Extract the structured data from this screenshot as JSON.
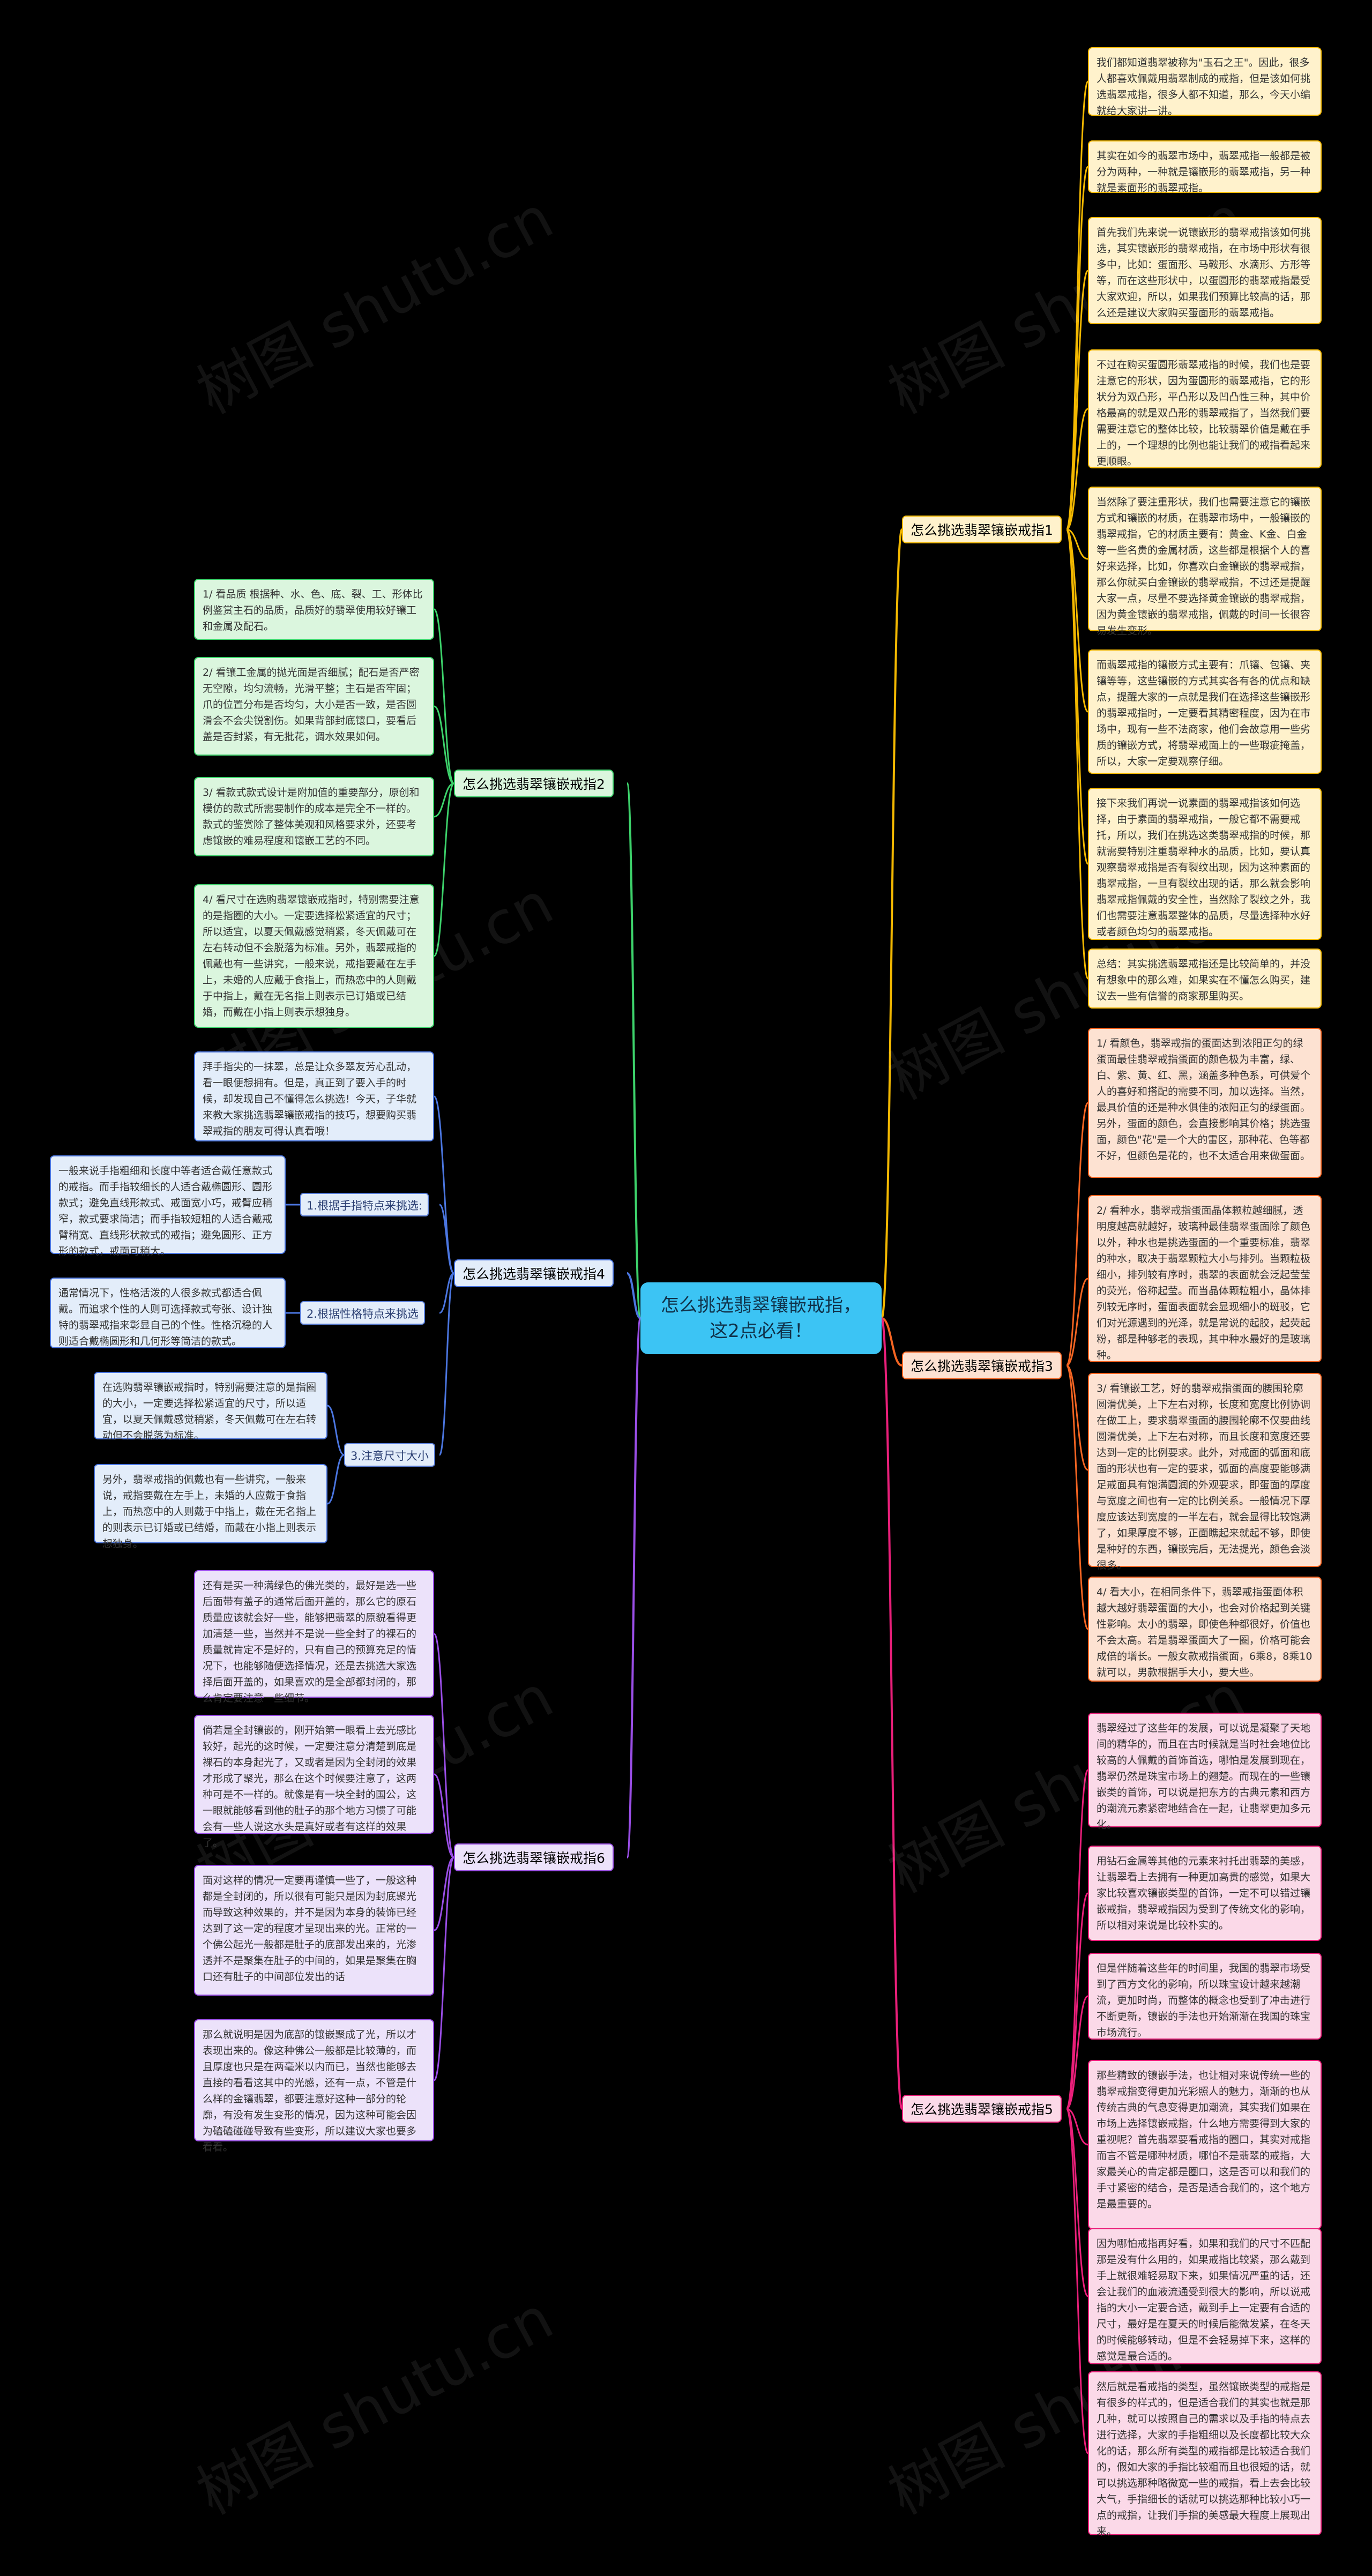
{
  "root": "怎么挑选翡翠镶嵌戒指，这2点必看！",
  "watermark": "树图 shutu.cn",
  "branches": {
    "b1": {
      "label": "怎么挑选翡翠镶嵌戒指1",
      "items": [
        "我们都知道翡翠被称为\"玉石之王\"。因此，很多人都喜欢佩戴用翡翠制成的戒指，但是该如何挑选翡翠戒指，很多人都不知道，那么，今天小编就给大家讲一讲。",
        "其实在如今的翡翠市场中，翡翠戒指一般都是被分为两种，一种就是镶嵌形的翡翠戒指，另一种就是素面形的翡翠戒指。",
        "首先我们先来说一说镶嵌形的翡翠戒指该如何挑选，其实镶嵌形的翡翠戒指，在市场中形状有很多中，比如：蛋面形、马鞍形、水滴形、方形等等，而在这些形状中，以蛋圆形的翡翠戒指最受大家欢迎，所以，如果我们预算比较高的话，那么还是建议大家购买蛋面形的翡翠戒指。",
        "不过在购买蛋圆形翡翠戒指的时候，我们也是要注意它的形状，因为蛋圆形的翡翠戒指，它的形状分为双凸形，平凸形以及凹凸性三种，其中价格最高的就是双凸形的翡翠戒指了，当然我们要需要注意它的整体比较，比较翡翠价值是戴在手上的，一个理想的比例也能让我们的戒指看起来更顺眼。",
        "当然除了要注重形状，我们也需要注意它的镶嵌方式和镶嵌的材质，在翡翠市场中，一般镶嵌的翡翠戒指，它的材质主要有：黄金、K金、白金等一些名贵的金属材质，这些都是根据个人的喜好来选择，比如，你喜欢白金镶嵌的翡翠戒指，那么你就买白金镶嵌的翡翠戒指，不过还是提醒大家一点，尽量不要选择黄金镶嵌的翡翠戒指，因为黄金镶嵌的翡翠戒指，佩戴的时间一长很容易发生变形。",
        "而翡翠戒指的镶嵌方式主要有：爪镶、包镶、夹镶等等，这些镶嵌的方式其实各有各的优点和缺点，提醒大家的一点就是我们在选择这些镶嵌形的翡翠戒指时，一定要看其精密程度，因为在市场中，现有一些不法商家，他们会故意用一些劣质的镶嵌方式，将翡翠戒面上的一些瑕疵掩盖，所以，大家一定要观察仔细。",
        "接下来我们再说一说素面的翡翠戒指该如何选择，由于素面的翡翠戒指，一般它都不需要戒托，所以，我们在挑选这类翡翠戒指的时候，那就需要特别注重翡翠种水的品质，比如，要认真观察翡翠戒指是否有裂纹出现，因为这种素面的翡翠戒指，一旦有裂纹出现的话，那么就会影响翡翠戒指佩戴的安全性，当然除了裂纹之外，我们也需要注意翡翠整体的品质，尽量选择种水好或者颜色均匀的翡翠戒指。",
        "总结：其实挑选翡翠戒指还是比较简单的，并没有想象中的那么难，如果实在不懂怎么购买，建议去一些有信誉的商家那里购买。"
      ]
    },
    "b2": {
      "label": "怎么挑选翡翠镶嵌戒指2",
      "items": [
        "1/ 看品质 根据种、水、色、底、裂、工、形体比例鉴赏主石的品质，品质好的翡翠使用较好镶工和金属及配石。",
        "2/ 看镶工金属的抛光面是否细腻；配石是否严密无空隙，均匀流畅，光滑平整；主石是否牢固；爪的位置分布是否均匀，大小是否一致，是否圆滑会不会尖锐割伤。如果背部封底镶口，要看后盖是否封紧，有无批花，调水效果如何。",
        "3/ 看款式款式设计是附加值的重要部分，原创和模仿的款式所需要制作的成本是完全不一样的。款式的鉴赏除了整体美观和风格要求外，还要考虑镶嵌的难易程度和镶嵌工艺的不同。",
        "4/ 看尺寸在选购翡翠镶嵌戒指时，特别需要注意的是指圈的大小。一定要选择松紧适宜的尺寸；所以适宜，以夏天佩戴感觉稍紧，冬天佩戴可在左右转动但不会脱落为标准。另外，翡翠戒指的佩戴也有一些讲究，一般来说，戒指要戴在左手上，未婚的人应戴于食指上，而热恋中的人则戴于中指上，戴在无名指上则表示已订婚或已结婚，而戴在小指上则表示想独身。"
      ]
    },
    "b3": {
      "label": "怎么挑选翡翠镶嵌戒指3",
      "items": [
        "1/ 看颜色，翡翠戒指的蛋面达到浓阳正匀的绿蛋面最佳翡翠戒指蛋面的颜色极为丰富，绿、白、紫、黄、红、黑，涵盖多种色系，可供爱个人的喜好和搭配的需要不同，加以选择。当然，最具价值的还是种水俱佳的浓阳正匀的绿蛋面。另外，蛋面的颜色，会直接影响其价格；挑选蛋面，颜色\"花\"是一个大的雷区，那种花、色等都不好，但颜色是花的，也不太适合用来做蛋面。",
        "2/ 看种水，翡翠戒指蛋面晶体颗粒越细腻，透明度越高就越好，玻璃种最佳翡翠蛋面除了颜色以外，种水也是挑选蛋面的一个重要标准，翡翠的种水，取决于翡翠颗粒大小与排列。当颗粒极细小，排列较有序时，翡翠的表面就会泛起莹莹的荧光，俗称起莹。而当晶体颗粒粗小，晶体排列较无序时，蛋面表面就会显现细小的斑驳，它们对光源遇到的光泽，就是常说的起胶，起荧起粉，都是种够老的表现，其中种水最好的是玻璃种。",
        "3/ 看镶嵌工艺，好的翡翠戒指蛋面的腰围轮廓圆滑优美，上下左右对称，长度和宽度比例协调在做工上，要求翡翠蛋面的腰围轮廓不仅要曲线圆滑优美，上下左右对称，而且长度和宽度还要达到一定的比例要求。此外，对戒面的弧面和底面的形状也有一定的要求，弧面的高度要能够满足戒面具有饱满圆润的外观要求，即蛋面的厚度与宽度之间也有一定的比例关系。一般情况下厚度应该达到宽度的一半左右，就会显得比较饱满了，如果厚度不够，正面瞧起来就起不够，即使是种好的东西，镶嵌完后，无法提光，颜色会淡很多。",
        "4/ 看大小，在相同条件下，翡翠戒指蛋面体积越大越好翡翠蛋面的大小，也会对价格起到关键性影响。太小的翡翠，即使色种都很好，价值也不会太高。若是翡翠蛋面大了一圈，价格可能会成倍的增长。一般女款戒指蛋面，6乘8，8乘10就可以，男款根据手大小，要大些。"
      ]
    },
    "b4": {
      "label": "怎么挑选翡翠镶嵌戒指4",
      "intro": "拜手指尖的一抹翠，总是让众多翠友芳心乱动，看一眼便想拥有。但是，真正到了要入手的时候，却发现自己不懂得怎么挑选！今天，子华就来教大家挑选翡翠镶嵌戒指的技巧，想要购买翡翠戒指的朋友可得认真看哦！",
      "subs": [
        {
          "label": "1.根据手指特点来挑选:",
          "items": [
            "一般来说手指粗细和长度中等者适合戴任意款式的戒指。而手指较细长的人适合戴椭圆形、圆形款式；避免直线形款式、戒面宽小巧，戒臂应稍窄，款式要求简洁；而手指较短粗的人适合戴戒臂稍宽、直线形状款式的戒指；避免圆形、正方形的款式，戒面可稍大。"
          ]
        },
        {
          "label": "2.根据性格特点来挑选",
          "items": [
            "通常情况下，性格活泼的人很多款式都适合佩戴。而追求个性的人则可选择款式夸张、设计独特的翡翠戒指来彰显自己的个性。性格沉稳的人则适合戴椭圆形和几何形等简洁的款式。"
          ]
        },
        {
          "label": "3.注意尺寸大小",
          "items": [
            "在选购翡翠镶嵌戒指时，特别需要注意的是指圈的大小，一定要选择松紧适宜的尺寸，所以适宜，以夏天佩戴感觉稍紧，冬天佩戴可在左右转动但不会脱落为标准。",
            "另外，翡翠戒指的佩戴也有一些讲究，一般来说，戒指要戴在左手上，未婚的人应戴于食指上，而热恋中的人则戴于中指上，戴在无名指上的则表示已订婚或已结婚，而戴在小指上则表示想独身。"
          ]
        }
      ]
    },
    "b5": {
      "label": "怎么挑选翡翠镶嵌戒指5",
      "items": [
        "翡翠经过了这些年的发展，可以说是凝聚了天地间的精华的，而且在古时候就是当时社会地位比较高的人佩戴的首饰首选，哪怕是发展到现在，翡翠仍然是珠宝市场上的翘楚。而现在的一些镶嵌类的首饰，可以说是把东方的古典元素和西方的潮流元素紧密地结合在一起，让翡翠更加多元化。",
        "用钻石金属等其他的元素来衬托出翡翠的美感，让翡翠看上去拥有一种更加高贵的感觉，如果大家比较喜欢镶嵌类型的首饰，一定不可以错过镶嵌戒指，翡翠戒指因为受到了传统文化的影响，所以相对来说是比较朴实的。",
        "但是伴随着这些年的时间里，我国的翡翠市场受到了西方文化的影响，所以珠宝设计越来越潮流，更加时尚，而整体的概念也受到了冲击进行不断更新，镶嵌的手法也开始渐渐在我国的珠宝市场流行。",
        "那些精致的镶嵌手法，也让相对来说传统一些的翡翠戒指变得更加光彩照人的魅力，渐渐的也从传统古典的气息变得更加潮流，其实我们如果在市场上选择镶嵌戒指，什么地方需要得到大家的重视呢？首先翡翠要看戒指的圈口，其实对戒指而言不管是哪种材质，哪怕不是翡翠的戒指，大家最关心的肯定都是圈口，这是否可以和我们的手寸紧密的结合，是否是适合我们的，这个地方是最重要的。",
        "因为哪怕戒指再好看，如果和我们的尺寸不匹配那是没有什么用的，如果戒指比较紧，那么戴到手上就很难轻易取下来，如果情况严重的话，还会让我们的血液流通受到很大的影响，所以说戒指的大小一定要合适，戴到手上一定要有合适的尺寸，最好是在夏天的时候后能微发紧，在冬天的时候能够转动，但是不会轻易掉下来，这样的感觉是最合适的。",
        "然后就是看戒指的类型，虽然镶嵌类型的戒指是有很多的样式的，但是适合我们的其实也就是那几种，就可以按照自己的需求以及手指的特点去进行选择，大家的手指粗细以及长度都比较大众化的话，那么所有类型的戒指都是比较适合我们的，假如大家的手指比较粗而且也很短的话，就可以挑选那种略微宽一些的戒指，看上去会比较大气，手指细长的话就可以挑选那种比较小巧一点的戒指，让我们手指的美感最大程度上展现出来。"
      ]
    },
    "b6": {
      "label": "怎么挑选翡翠镶嵌戒指6",
      "items": [
        "还有是买一种满绿色的佛光类的，最好是选一些后面带有盖子的通常后面开盖的，那么它的原石质量应该就会好一些，能够把翡翠的原貌看得更加清楚一些，当然并不是说一些全封了的裸石的质量就肯定不是好的，只有自己的预算充足的情况下，也能够随便选择情况，还是去挑选大家选择后面开盖的，如果喜欢的是全部都封闭的，那么肯定要注意一些细节。",
        "倘若是全封镶嵌的，刚开始第一眼看上去光感比较好，起光的这时候，一定要注意分清楚到底是裸石的本身起光了，又或者是因为全封闭的效果才形成了聚光，那么在这个时候要注意了，这两种可是不一样的。就像是有一块全封的国公，这一眼就能够看到他的肚子的那个地方习惯了可能会有一些人说这水头是真好或者有这样的效果了。",
        "面对这样的情况一定要再谨慎一些了，一般这种都是全封闭的，所以很有可能只是因为封底聚光而导致这种效果的，并不是因为本身的装饰已经达到了这一定的程度才呈现出来的光。正常的一个佛公起光一般都是肚子的底部发出来的，光渗透并不是聚集在肚子的中间的，如果是聚集在胸口还有肚子的中间部位发出的话",
        "那么就说明是因为底部的镶嵌聚成了光，所以才表现出来的。像这种佛公一般都是比较薄的，而且厚度也只是在两毫米以内而已，当然也能够去直接的看看这其中的光感，还有一点，不管是什么样的金镶翡翠，都要注意好这种一部分的轮廓，有没有发生变形的情况，因为这种可能会因为磕磕碰碰导致有些变形，所以建议大家也要多看看。"
      ]
    }
  },
  "colors": {
    "root": "#3cc4f4",
    "b1": "#f3b800",
    "b2": "#3dd26b",
    "b3": "#f56522",
    "b4": "#4b76e0",
    "b5": "#ea1f7a",
    "b6": "#9a4ee6"
  }
}
